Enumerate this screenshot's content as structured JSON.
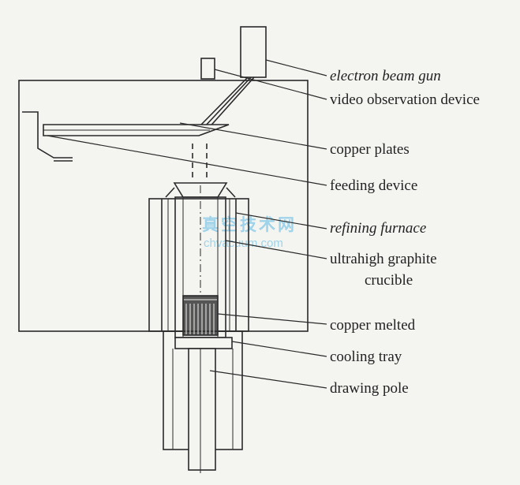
{
  "labels": {
    "electron_beam_gun": "electron beam gun",
    "video_observation_device": "video observation device",
    "copper_plates": "copper plates",
    "feeding_device": "feeding device",
    "refining_furnace": "refining furnace",
    "crucible_line1": "ultrahigh graphite",
    "crucible_line2": "crucible",
    "copper_melted": "copper melted",
    "cooling_tray": "cooling tray",
    "drawing_pole": "drawing pole"
  },
  "watermark": {
    "chinese": "真空技术网",
    "site": "chvacuum.com"
  },
  "colors": {
    "line": "#2a2a2a",
    "background": "#f4f4f1",
    "watermark": "#9fd3ea"
  }
}
